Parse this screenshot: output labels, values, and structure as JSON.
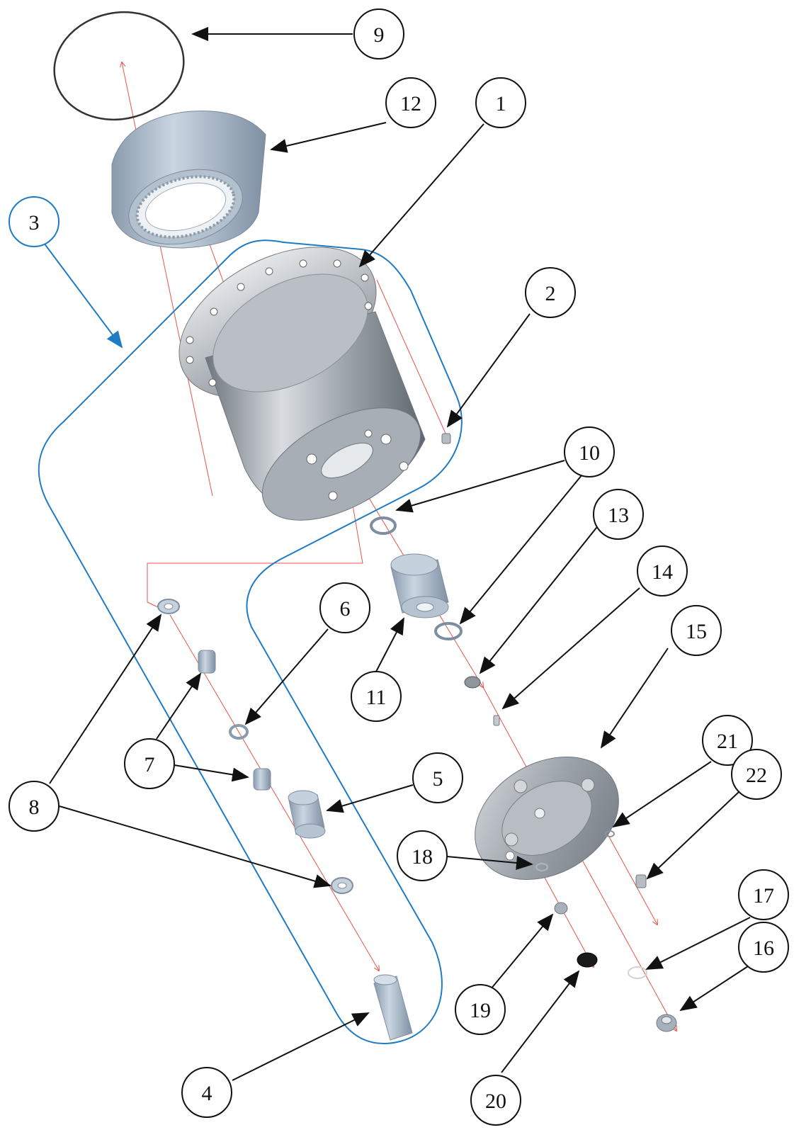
{
  "callouts": [
    {
      "id": "c9",
      "label": "9"
    },
    {
      "id": "c12",
      "label": "12"
    },
    {
      "id": "c1",
      "label": "1"
    },
    {
      "id": "c3",
      "label": "3"
    },
    {
      "id": "c2",
      "label": "2"
    },
    {
      "id": "c10a",
      "label": "10"
    },
    {
      "id": "c13",
      "label": "13"
    },
    {
      "id": "c14",
      "label": "14"
    },
    {
      "id": "c15",
      "label": "15"
    },
    {
      "id": "c6",
      "label": "6"
    },
    {
      "id": "c11",
      "label": "11"
    },
    {
      "id": "c21",
      "label": "21"
    },
    {
      "id": "c7",
      "label": "7"
    },
    {
      "id": "c5",
      "label": "5"
    },
    {
      "id": "c8",
      "label": "8"
    },
    {
      "id": "c22",
      "label": "22"
    },
    {
      "id": "c18",
      "label": "18"
    },
    {
      "id": "c17",
      "label": "17"
    },
    {
      "id": "c16",
      "label": "16"
    },
    {
      "id": "c19",
      "label": "19"
    },
    {
      "id": "c4",
      "label": "4"
    },
    {
      "id": "c20",
      "label": "20"
    }
  ],
  "colors": {
    "callout_outline": "#111111",
    "group_outline": "#1f7bc4",
    "assembly_axis": "#e8534a",
    "steel": "#9aa3ad",
    "blued_steel": "#a9b8c8",
    "dark_cap": "#1a1a1a"
  }
}
